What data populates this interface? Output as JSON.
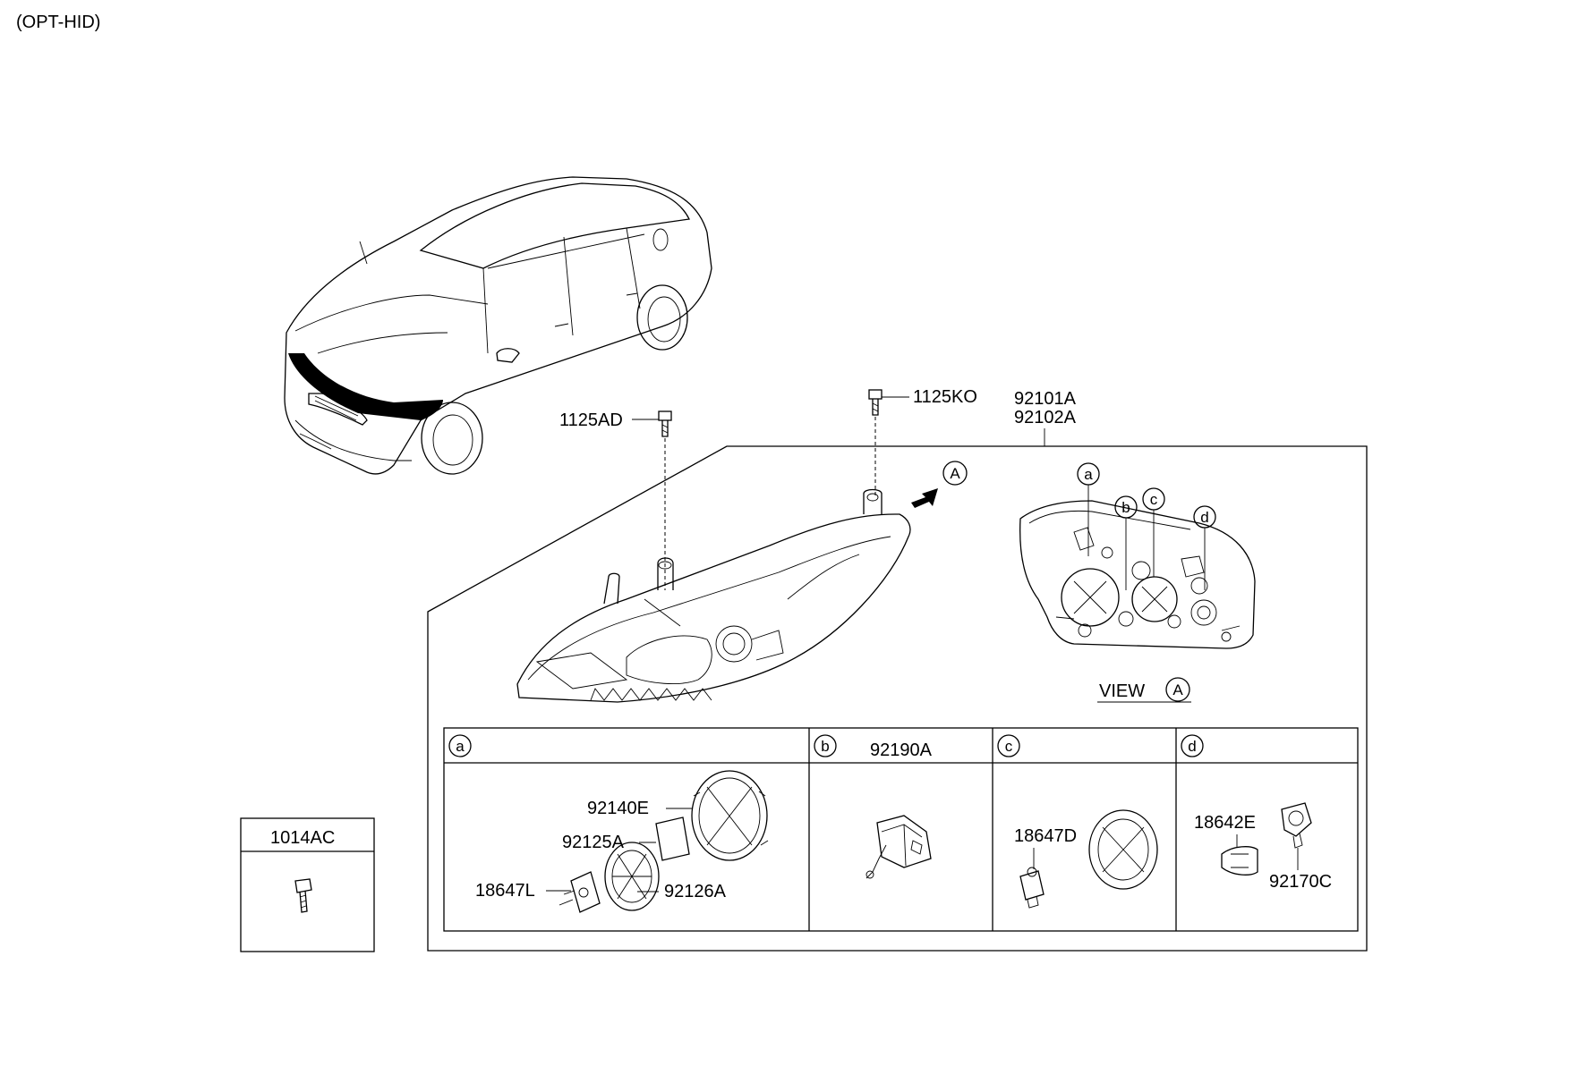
{
  "header": {
    "option_label": "(OPT-HID)"
  },
  "fasteners": {
    "bolt_left": "1125AD",
    "bolt_right": "1125KO"
  },
  "assembly": {
    "part_lh": "92101A",
    "part_rh": "92102A",
    "view_arrow_letter": "A"
  },
  "view": {
    "word": "VIEW",
    "letter": "A"
  },
  "callouts": [
    "a",
    "b",
    "c",
    "d"
  ],
  "standalone": {
    "part": "1014AC"
  },
  "panels": {
    "a": {
      "letter": "a",
      "header_part": "",
      "parts": [
        "92140E",
        "92125A",
        "18647L",
        "92126A"
      ]
    },
    "b": {
      "letter": "b",
      "header_part": "92190A"
    },
    "c": {
      "letter": "c",
      "header_part": "",
      "parts": [
        "18647D"
      ]
    },
    "d": {
      "letter": "d",
      "header_part": "",
      "parts": [
        "18642E",
        "92170C"
      ]
    }
  }
}
